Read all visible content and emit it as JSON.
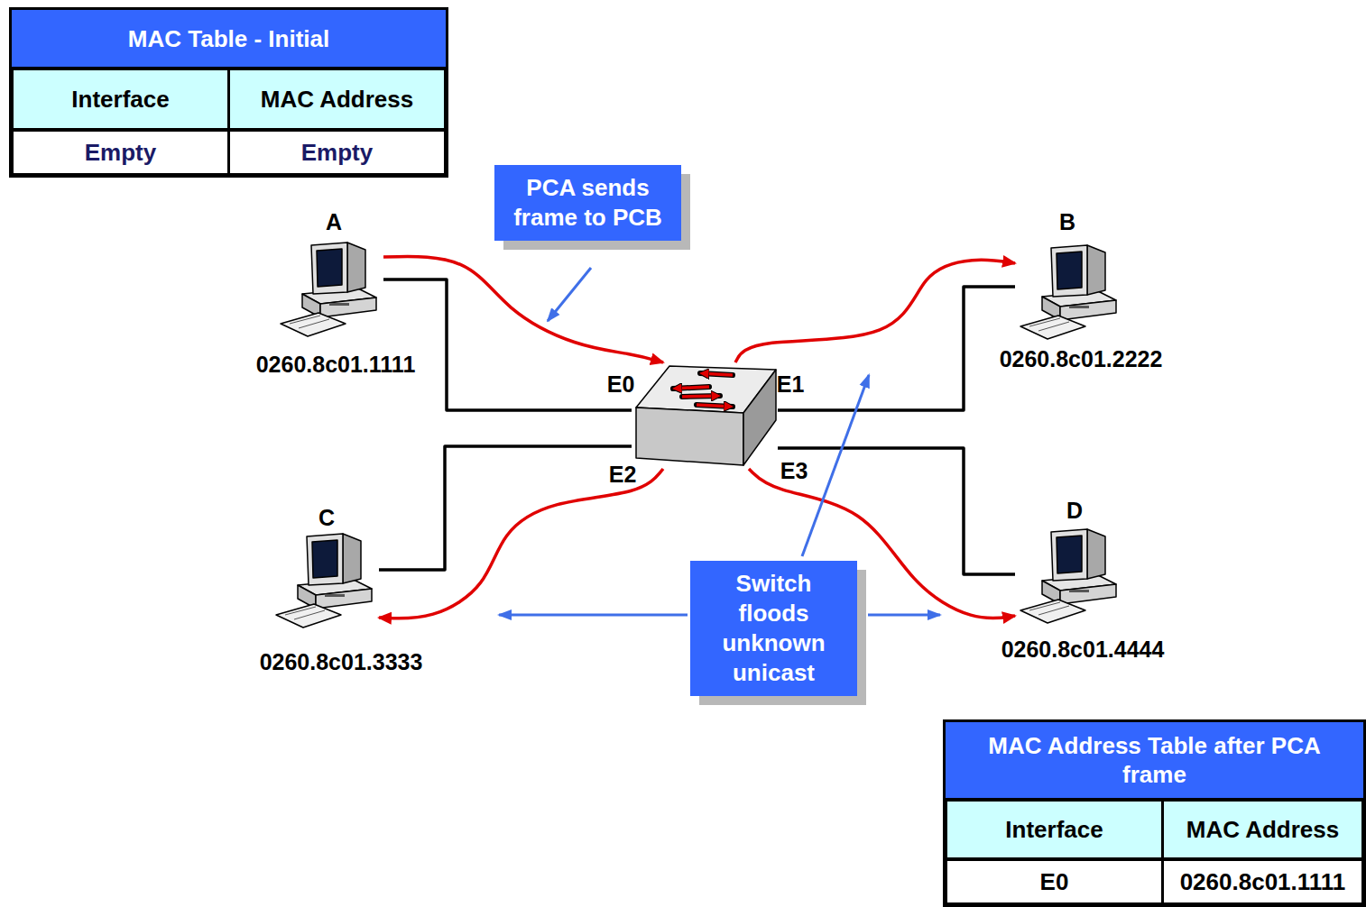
{
  "diagram": {
    "nodes": [
      {
        "text": [
          "MAC Table - Initial"
        ]
      },
      {
        "text": [
          "Interface"
        ],
        "in": 0
      },
      {
        "text": [
          "MAC Address"
        ],
        "in": 0
      },
      {
        "text": [
          "Empty"
        ],
        "in": 0
      },
      {
        "text": [
          "Empty"
        ],
        "in": 0
      },
      {
        "text": [
          "PCA sends frame to PCB"
        ]
      },
      {
        "text": [
          "A",
          "0260.8c01.1111"
        ]
      },
      {
        "text": [
          "B",
          "0260.8c01.2222"
        ]
      },
      {
        "text": [
          "E0",
          "E1",
          "E2",
          "E3"
        ]
      },
      {
        "text": [
          "C",
          "0260.8c01.3333"
        ]
      },
      {
        "text": [
          "D",
          "0260.8c01.4444"
        ]
      },
      {
        "text": [
          "Switch floods unknown unicast"
        ]
      },
      {
        "text": [
          "MAC Address Table after PCA frame"
        ]
      },
      {
        "text": [
          "Interface"
        ],
        "in": 12
      },
      {
        "text": [
          "MAC Address"
        ],
        "in": 12
      },
      {
        "text": [
          "E0"
        ],
        "in": 12
      },
      {
        "text": [
          "0260.8c01.1111"
        ],
        "in": 12
      }
    ],
    "edges": [
      {
        "from": 6,
        "to": 8,
        "arrow": "none"
      },
      {
        "from": 8,
        "to": 7,
        "arrow": "none"
      },
      {
        "from": 8,
        "to": 9,
        "arrow": "none"
      },
      {
        "from": 8,
        "to": 10,
        "arrow": "none"
      },
      {
        "from": 6,
        "to": 8,
        "arrow": "to"
      },
      {
        "from": 8,
        "to": 7,
        "arrow": "to"
      },
      {
        "from": 8,
        "to": 9,
        "arrow": "to"
      },
      {
        "from": 8,
        "to": 10,
        "arrow": "to"
      }
    ]
  }
}
